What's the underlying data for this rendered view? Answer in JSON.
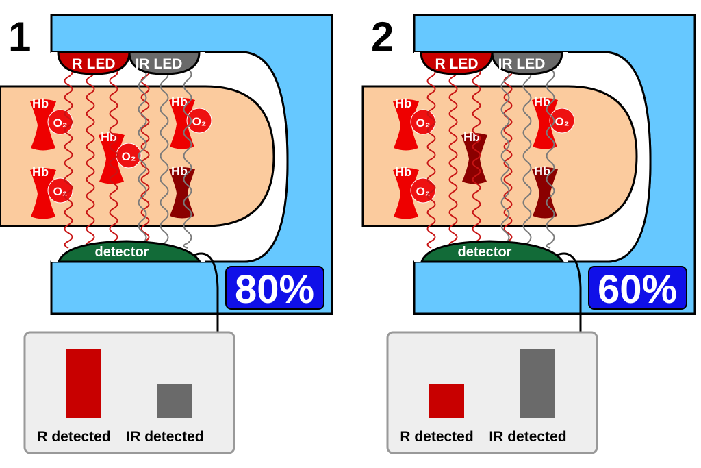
{
  "colors": {
    "clip": "#66c8ff",
    "finger": "#fbcb9e",
    "oxy_hb": "#ee0000",
    "deoxy_hb": "#8b0000",
    "o2": "#ee1111",
    "red_led": "#c80000",
    "ir_led": "#6a6a6a",
    "detector": "#126b38",
    "red_wave": "#c81414",
    "ir_wave": "#7a7a7a",
    "percent_bg": "#1010e8",
    "monitor_bg": "#eeeeee"
  },
  "panels": [
    {
      "number": "1",
      "red_led_label": "R LED",
      "ir_led_label": "IR LED",
      "detector_label": "detector",
      "saturation": "80%",
      "hb_label": "Hb",
      "o2_label": "O₂",
      "hemoglobin": [
        {
          "state": "oxygenated"
        },
        {
          "state": "oxygenated"
        },
        {
          "state": "oxygenated"
        },
        {
          "state": "oxygenated"
        },
        {
          "state": "deoxygenated"
        }
      ],
      "readings": {
        "r_label": "R detected",
        "ir_label": "IR detected",
        "r_level": 1.0,
        "ir_level": 0.5
      }
    },
    {
      "number": "2",
      "red_led_label": "R LED",
      "ir_led_label": "IR LED",
      "detector_label": "detector",
      "saturation": "60%",
      "hb_label": "Hb",
      "o2_label": "O₂",
      "hemoglobin": [
        {
          "state": "oxygenated"
        },
        {
          "state": "oxygenated"
        },
        {
          "state": "deoxygenated"
        },
        {
          "state": "oxygenated"
        },
        {
          "state": "deoxygenated"
        }
      ],
      "readings": {
        "r_label": "R detected",
        "ir_label": "IR detected",
        "r_level": 0.5,
        "ir_level": 1.0
      }
    }
  ]
}
